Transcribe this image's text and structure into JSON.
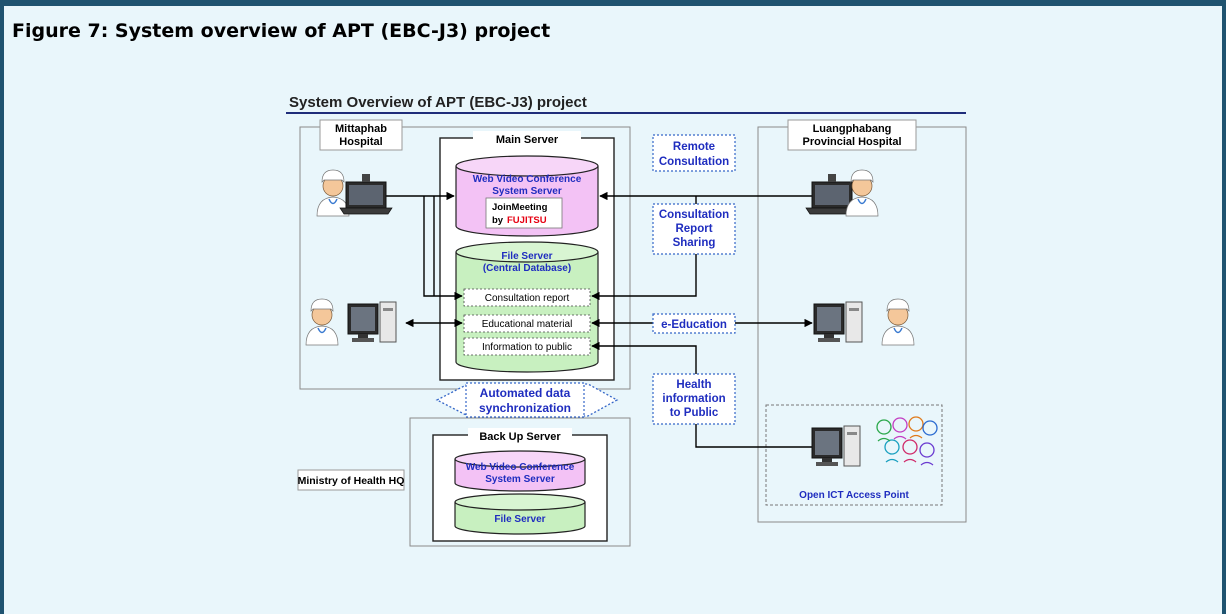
{
  "caption": "Figure 7: System overview of APT (EBC-J3) project",
  "diagram": {
    "title": "System Overview of APT (EBC-J3) project",
    "sites": {
      "mittaphab": [
        "Mittaphab",
        "Hospital"
      ],
      "luangphabang": [
        "Luangphabang",
        "Provincial Hospital"
      ],
      "moh": "Ministry of Health HQ",
      "access_point": "Open ICT Access Point"
    },
    "main_server": {
      "label": "Main Server",
      "web_server": [
        "Web Video Conference",
        "System Server"
      ],
      "joinmeeting": [
        "JoinMeeting",
        "by"
      ],
      "fujitsu": "FUJITSU",
      "file_server": [
        "File Server",
        "(Central Database)"
      ],
      "items": [
        "Consultation report",
        "Educational material",
        "Information to public"
      ]
    },
    "backup_server": {
      "label": "Back Up Server",
      "web_server": [
        "Web Video Conference",
        "System Server"
      ],
      "file_server": "File Server"
    },
    "links": {
      "remote": [
        "Remote",
        "Consultation"
      ],
      "report": [
        "Consultation",
        "Report",
        "Sharing"
      ],
      "education": "e-Education",
      "health": [
        "Health",
        "information",
        "to Public"
      ],
      "sync": [
        "Automated data",
        "synchronization"
      ]
    },
    "colors": {
      "frame": "#1f5370",
      "background": "#e9f6fb",
      "web_server_fill": "#f3c2f5",
      "file_server_fill": "#c8f0c0",
      "label_text": "#1f2dbf",
      "fujitsu": "#e60012"
    }
  }
}
